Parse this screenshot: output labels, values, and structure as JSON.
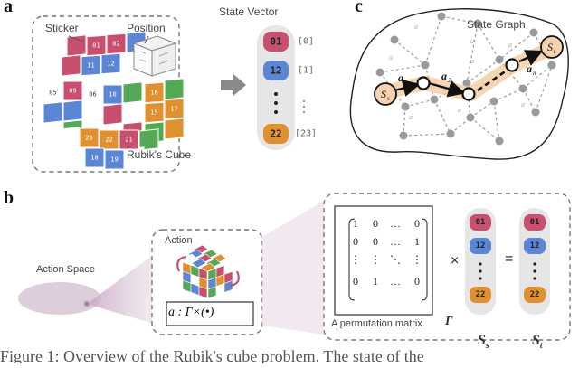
{
  "panels": {
    "a": "a",
    "b": "b",
    "c": "c"
  },
  "panel_a": {
    "sticker_label": "Sticker",
    "position_label": "Position",
    "cube_label": "Rubik's Cube",
    "state_vector_title": "State Vector",
    "vector_entries": [
      {
        "value": "01",
        "index": "[0]",
        "color": "#c8506e"
      },
      {
        "value": "12",
        "index": "[1]",
        "color": "#5b86d6"
      },
      {
        "value": "22",
        "index": "[23]",
        "color": "#e0902e"
      }
    ],
    "facelets": [
      {
        "t": "01",
        "c": "#c8506e"
      },
      {
        "t": "02",
        "c": "#c8506e"
      },
      {
        "t": "11",
        "c": "#5b86d6"
      },
      {
        "t": "12",
        "c": "#5b86d6"
      },
      {
        "t": "05",
        "c": "#ffffff"
      },
      {
        "t": "09",
        "c": "#c8506e"
      },
      {
        "t": "06",
        "c": "#ffffff"
      },
      {
        "t": "10",
        "c": "#5b86d6"
      },
      {
        "t": "16",
        "c": "#e0902e"
      },
      {
        "t": "15",
        "c": "#e0902e"
      },
      {
        "t": "17",
        "c": "#e0902e"
      },
      {
        "t": "23",
        "c": "#e0902e"
      },
      {
        "t": "22",
        "c": "#e0902e"
      },
      {
        "t": "21",
        "c": "#c8506e"
      },
      {
        "t": "18",
        "c": "#5b86d6"
      },
      {
        "t": "19",
        "c": "#5b86d6"
      }
    ]
  },
  "panel_b": {
    "action_space_label": "Action Space",
    "action_label": "Action",
    "action_formula": "a : Γ×(•)",
    "matrix_rows": [
      [
        "1",
        "0",
        "…",
        "0"
      ],
      [
        "0",
        "0",
        "…",
        "1"
      ],
      [
        "⋮",
        "⋮",
        "⋱",
        "⋮"
      ],
      [
        "0",
        "1",
        "…",
        "0"
      ]
    ],
    "matrix_caption": "A permutation matrix",
    "gamma": "Γ",
    "times": "×",
    "equals": "=",
    "s_s": "S",
    "s_s_sub": "s",
    "s_t": "S",
    "s_t_sub": "t",
    "vector_values": [
      "01",
      "12",
      "22"
    ]
  },
  "panel_c": {
    "state_graph_label": "State Graph",
    "source_node": "S",
    "source_sub": "s",
    "target_node": "S",
    "target_sub": "t",
    "action_labels": [
      "a",
      "a",
      "a"
    ],
    "action_subs": [
      "1",
      "2",
      "n"
    ]
  },
  "caption": "Figure 1: Overview of the Rubik's cube problem. The state of the"
}
